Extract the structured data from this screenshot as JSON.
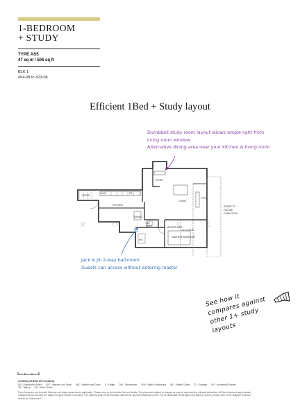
{
  "unit": {
    "title_line1": "1-BEDROOM",
    "title_line2": "+ STUDY",
    "type_label": "TYPE AS5",
    "size": "47 sq m / 506 sq ft",
    "block": "BLK 1",
    "units": "#04-08 to #23-08"
  },
  "headline": "Efficient 1Bed + Study layout",
  "annotations": {
    "purple_line1": "Dumbbell study room layout allows ample light from",
    "purple_line2": "living room window",
    "purple_line3": "Alternative dining area near your kitchen & living room",
    "blue_line1": "Jack & Jill 2-way bathroom",
    "blue_line2": "Guests can access without entering master",
    "handwritten_line1": "See how it",
    "handwritten_line2": "compares against",
    "handwritten_line3": "other 1+ study",
    "handwritten_line4": "layouts",
    "purple_color": "#8a3fa3",
    "blue_color": "#2b6cb8"
  },
  "plan_labels": {
    "ledge": "LEDGE",
    "study": "STUDY",
    "kitchen": "KITCHEN",
    "dining": "DINING",
    "living": "LIVING",
    "wc": "WC",
    "bath": "BATH",
    "master_bath": "MASTER BATH",
    "master_bedroom": "MASTER BEDROOM",
    "pes": "PES",
    "ac_ledge": "AC LEDGE",
    "refer_to": "REFER TO",
    "facade": "FACADE",
    "catalogue": "CATALOGUE",
    "dw": "DW",
    "fr": "FR",
    "ws": "WS"
  },
  "watermark": "ROYAL",
  "legend": {
    "title": "LEGEND (WHERE APPLICABLE)",
    "items": [
      "DB : Distribution Board",
      "WC : Washer cum Dryer",
      "WS : Washer and Dryer",
      "F : Fridge",
      "DW : Dishwasher",
      "WM : Walk-in Wardrobe",
      "WC : Water Closet",
      "ST : Storage",
      "HS : Household Shelter",
      "TB : Tallboy",
      "CH : Wine Chiller"
    ],
    "disclaimer": "Floor Areas are not to scale. Balcony and ledge areas where applicable. Please refer to the location list and details. The plans are subject to change as may be approved by relevant authorities. All floor plans are approximate measurements only and are subject to government re-surveys. The balcony shall not be enclosed without the approved balcony screen. For an illustration of the approved balcony screen, please refer to the diagram annexed hereto as \"Annexure 1\"."
  }
}
